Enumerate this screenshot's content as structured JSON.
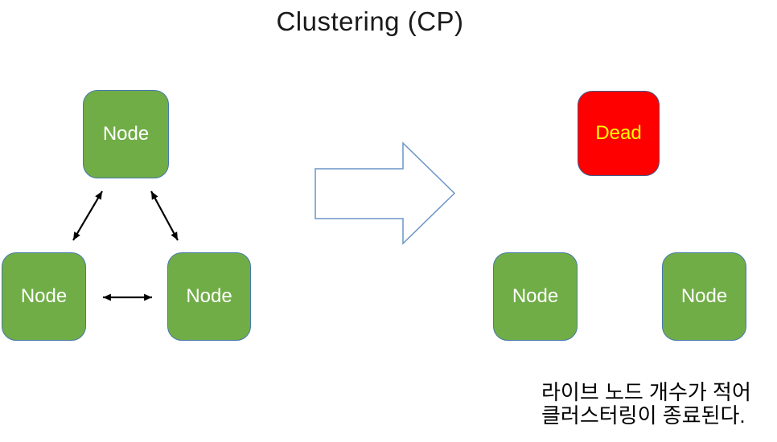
{
  "title": "Clustering (CP)",
  "colors": {
    "node_green": "#70AD47",
    "node_border_blue": "#4678AC",
    "dead_red": "#FF0000",
    "dead_text_yellow": "#FFFF00",
    "big_arrow_outline": "#6C96C6",
    "connector_black": "#000000"
  },
  "left_cluster": {
    "nodes": [
      {
        "label": "Node"
      },
      {
        "label": "Node"
      },
      {
        "label": "Node"
      }
    ]
  },
  "right_cluster": {
    "dead_node": {
      "label": "Dead"
    },
    "nodes": [
      {
        "label": "Node"
      },
      {
        "label": "Node"
      }
    ]
  },
  "caption": {
    "lines": [
      "라이브 노드 개수가 적어",
      "클러스터링이 종료된다."
    ]
  }
}
